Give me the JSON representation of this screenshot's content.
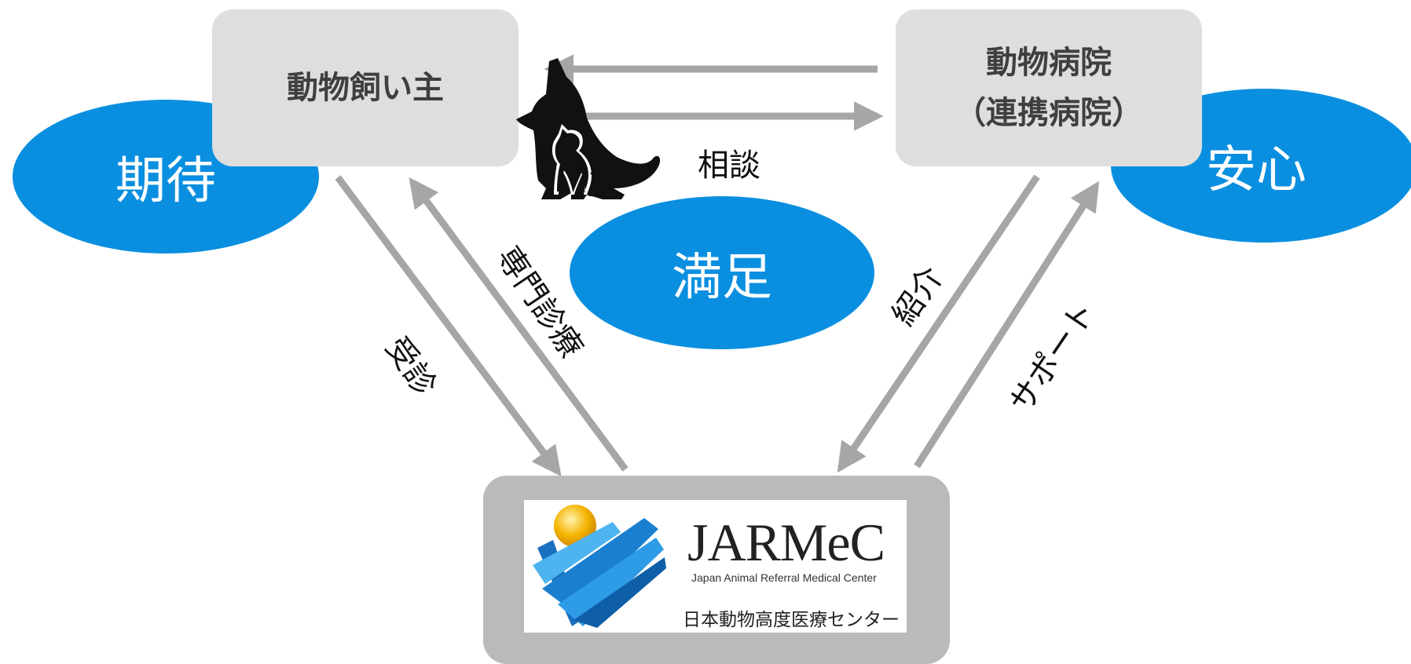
{
  "ellipses": {
    "expectation": "期待",
    "satisfaction": "満足",
    "relief": "安心"
  },
  "nodes": {
    "owner": "動物飼い主",
    "hospital_line1": "動物病院",
    "hospital_line2": "（連携病院）"
  },
  "arrow_labels": {
    "consult": "相談",
    "specialist": "専門診療",
    "visit": "受診",
    "referral": "紹介",
    "support": "サポート"
  },
  "logo": {
    "name": "JARMeC",
    "subtitle": "Japan Animal Referral Medical Center",
    "japanese_name": "日本動物高度医療センター"
  },
  "colors": {
    "ellipse": "#0a8fe0",
    "node_box": "#dedede",
    "arrow": "#a6a6a6",
    "logo_frame": "#bababa"
  }
}
